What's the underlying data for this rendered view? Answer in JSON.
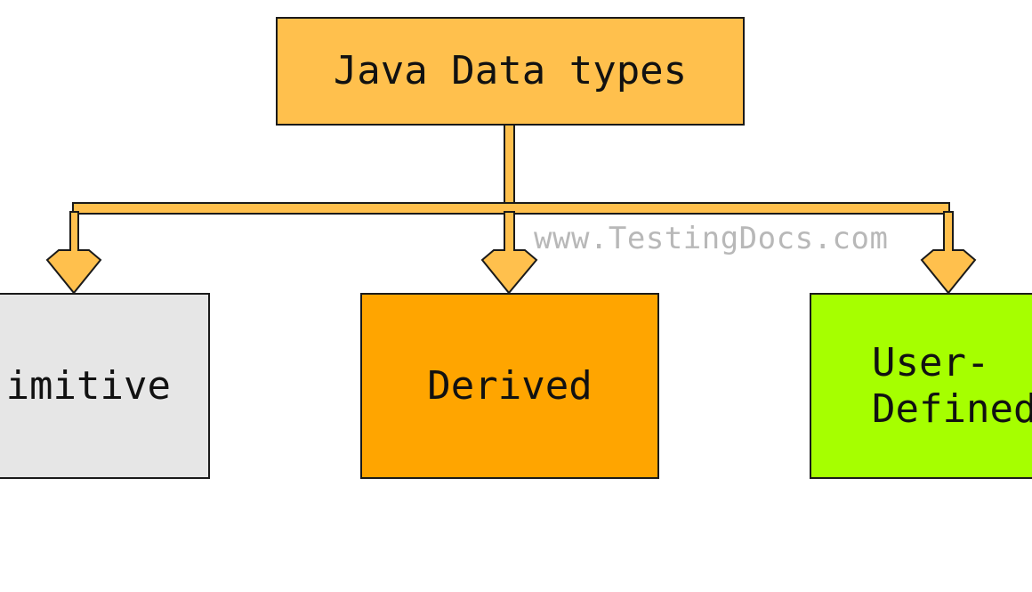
{
  "diagram": {
    "root": {
      "label": "Java Data types",
      "color": "#FFC04D"
    },
    "children": [
      {
        "label": "Primitive",
        "visible_label": "imitive",
        "color": "#E6E6E6"
      },
      {
        "label": "Derived",
        "visible_label": "Derived",
        "color": "#FFA500"
      },
      {
        "label": "User-Defined",
        "visible_label": "User-\nDefined",
        "color": "#A6FF00"
      }
    ],
    "connector_color": "#FFC04D",
    "watermark": "www.TestingDocs.com"
  }
}
